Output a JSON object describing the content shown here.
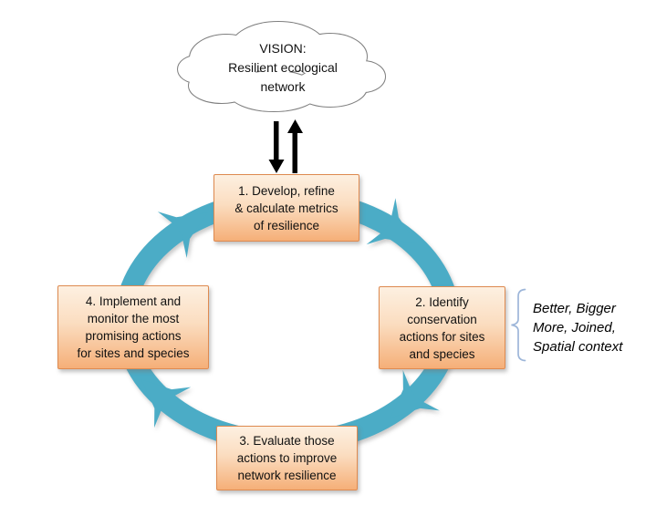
{
  "vision": {
    "title": "VISION:",
    "line1": "Resilient ecological",
    "line2": "network"
  },
  "steps": [
    {
      "lines": [
        "1. Develop, refine",
        "& calculate metrics",
        "of resilience"
      ]
    },
    {
      "lines": [
        "2. Identify",
        "conservation",
        "actions for sites",
        "and species"
      ]
    },
    {
      "lines": [
        "3. Evaluate those",
        "actions to improve",
        "network resilience"
      ]
    },
    {
      "lines": [
        "4. Implement and",
        "monitor the most",
        "promising actions",
        "for sites and species"
      ]
    }
  ],
  "side_note": {
    "lines": [
      "Better, Bigger",
      "More, Joined,",
      "Spatial context"
    ]
  },
  "colors": {
    "ring": "#4BACC6",
    "box_border": "#DE8A50",
    "box_gradient_top": "#FDF0E1",
    "box_gradient_bottom": "#F5AF78",
    "brace": "#9DB6D9",
    "cloud_outline": "#7F7F7F",
    "arrow": "#000000"
  }
}
